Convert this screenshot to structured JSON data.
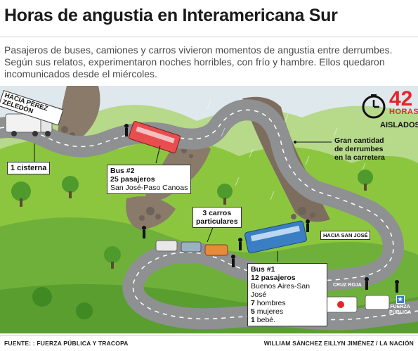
{
  "header": {
    "title": "Horas de angustia en Interamericana Sur",
    "intro_lines": [
      "Pasajeros de buses, camiones y carros vivieron momentos de angustia entre derrumbes.",
      "Según sus relatos, experimentaron noches horribles, con frío y hambre. Ellos quedaron",
      "incomunicados desde el miércoles."
    ]
  },
  "indicator": {
    "number": "42",
    "unit": "HORAS",
    "label": "AISLADOS",
    "icon": "clock-icon",
    "color": "#e3262b"
  },
  "labels": {
    "direction_perez": "HACIA PÉREZ ZELEDÓN",
    "direction_perez_l1": "HACIA PÉREZ",
    "direction_perez_l2": "ZELEDÓN",
    "direction_sanjose": "HACIA SAN JOSÉ",
    "landslide_l1": "Gran cantidad",
    "landslide_l2": "de derrumbes",
    "landslide_l3": "en la carretera",
    "cisterna": "1 cisterna",
    "bus2_title": "Bus #2",
    "bus2_pasajeros": "25 pasajeros",
    "bus2_route": "San José-Paso Canoas",
    "carros_l1": "3 carros",
    "carros_l2": "particulares",
    "bus1_title": "Bus #1",
    "bus1_pasajeros": "12 pasajeros",
    "bus1_route_l1": "Buenos Aires-San",
    "bus1_route_l2": "José",
    "bus1_hombres_n": "7",
    "bus1_hombres": "hombres",
    "bus1_mujeres_n": "5",
    "bus1_mujeres": "mujeres",
    "bus1_bebe_n": "1",
    "bus1_bebe": "bebé.",
    "cruz_roja": "CRUZ ROJA",
    "fuerza_l1": "FUERZA",
    "fuerza_l2": "PÚBLICA"
  },
  "footer": {
    "source": "FUENTE: : FUERZA PÚBLICA Y TRACOPA",
    "credit": "WILLIAM SÁNCHEZ EILLYN JIMÉNEZ / LA NACIÓN"
  },
  "colors": {
    "grass": "#8cc63f",
    "dark_grass": "#5a9e2f",
    "road": "#8e9092",
    "mud": "#8a7a6a",
    "bus_red": "#e94e4e",
    "bus_blue": "#3a7fc4",
    "sky": "#dfe8ec"
  }
}
